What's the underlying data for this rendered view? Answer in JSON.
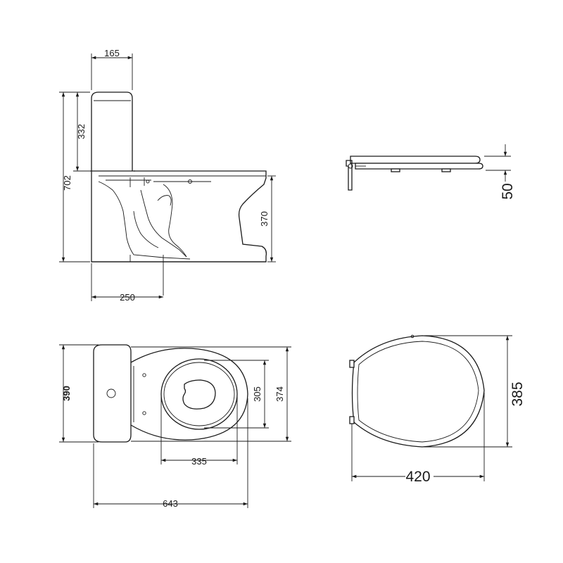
{
  "drawing": {
    "side_view": {
      "tank_depth": "165",
      "tank_height": "332",
      "total_height": "702",
      "bowl_height": "370",
      "outlet_distance": "250"
    },
    "top_view": {
      "tank_width": "390",
      "seat_inner_depth": "305",
      "bowl_width": "374",
      "seat_inner_length": "335",
      "total_length": "643"
    },
    "seat_side_view": {
      "seat_height": "50"
    },
    "seat_top_view": {
      "seat_width": "385",
      "seat_length": "420"
    }
  }
}
